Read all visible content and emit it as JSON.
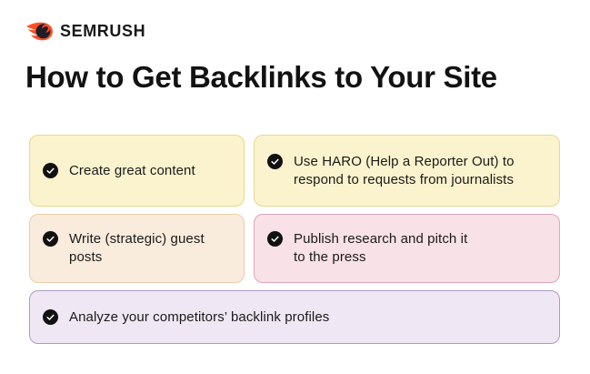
{
  "brand": {
    "logo_text": "SEMRUSH",
    "logo_icon": "semrush-flame-icon",
    "brand_orange": "#FF4F24",
    "logo_ball_dark": "#1E1E28",
    "logo_text_color": "#181818"
  },
  "title": "How to Get Backlinks to Your Site",
  "cards": [
    {
      "label": "Create great content",
      "icon": "check-circle-icon",
      "bg": "#FAF3CD",
      "border": "#E6D98E",
      "row": 1,
      "column": "left"
    },
    {
      "label": "Use HARO (Help a Reporter Out) to\nrespond to requests from journalists",
      "icon": "check-circle-icon",
      "bg": "#FAF3CD",
      "border": "#E6D98E",
      "row": 1,
      "column": "right"
    },
    {
      "label": "Write (strategic) guest\nposts",
      "icon": "check-circle-icon",
      "bg": "#FAECDC",
      "border": "#EACDA9",
      "row": 2,
      "column": "left"
    },
    {
      "label": "Publish research and pitch it\nto the press",
      "icon": "check-circle-icon",
      "bg": "#F8E1E7",
      "border": "#DFA4BC",
      "row": 2,
      "column": "right"
    },
    {
      "label": "Analyze your competitors’ backlink profiles",
      "icon": "check-circle-icon",
      "bg": "#EFE8F4",
      "border": "#B098C7",
      "row": 3,
      "column": "full"
    }
  ],
  "icon_colors": {
    "check_circle_fill": "#111111",
    "check_mark": "#FFFFFF"
  },
  "text_color": "#1A1A1A"
}
